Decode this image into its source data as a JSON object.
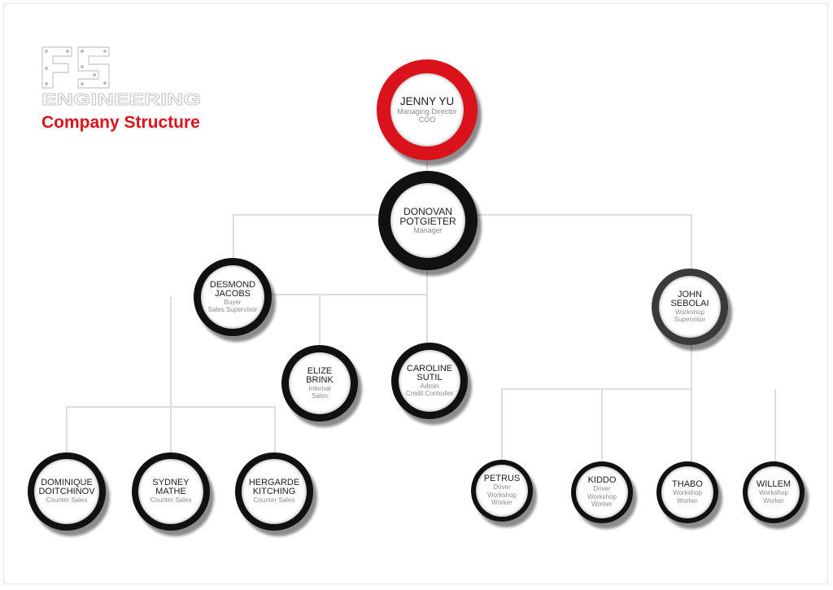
{
  "header": {
    "logo_top": "FS",
    "logo_bottom": "ENGINEERING",
    "title": "Company Structure"
  },
  "colors": {
    "accent_red": "#d9121b",
    "ring_dark": "#111111",
    "ring_grey": "#3a3a3a",
    "connector": "#dddddd"
  },
  "people": {
    "jenny": {
      "name": "JENNY YU",
      "role": "Managing Director\nCOO"
    },
    "donovan": {
      "name": "DONOVAN\nPOTGIETER",
      "role": "Manager"
    },
    "desmond": {
      "name": "DESMOND\nJACOBS",
      "role": "Buyer\nSales Supervisor"
    },
    "john": {
      "name": "JOHN\nSEBOLAI",
      "role": "Workshop\nSupervisor"
    },
    "elize": {
      "name": "ELIZE\nBRINK",
      "role": "Internal\nSales"
    },
    "caroline": {
      "name": "CAROLINE\nSUTIL",
      "role": "Admin\nCredit Controller"
    },
    "dominique": {
      "name": "DOMINIQUE\nDOITCHINOV",
      "role": "Counter Sales"
    },
    "sydney": {
      "name": "SYDNEY\nMATHE",
      "role": "Counter Sales"
    },
    "hergarde": {
      "name": "HERGARDE\nKITCHING",
      "role": "Counter Sales"
    },
    "petrus": {
      "name": "PETRUS",
      "role": "Driver\nWorkshop\nWorker"
    },
    "kiddo": {
      "name": "KIDDO",
      "role": "Driver\nWorkshop\nWorker"
    },
    "thabo": {
      "name": "THABO",
      "role": "Workshop\nWorker"
    },
    "willem": {
      "name": "WILLEM",
      "role": "Workshop\nWorker"
    }
  }
}
